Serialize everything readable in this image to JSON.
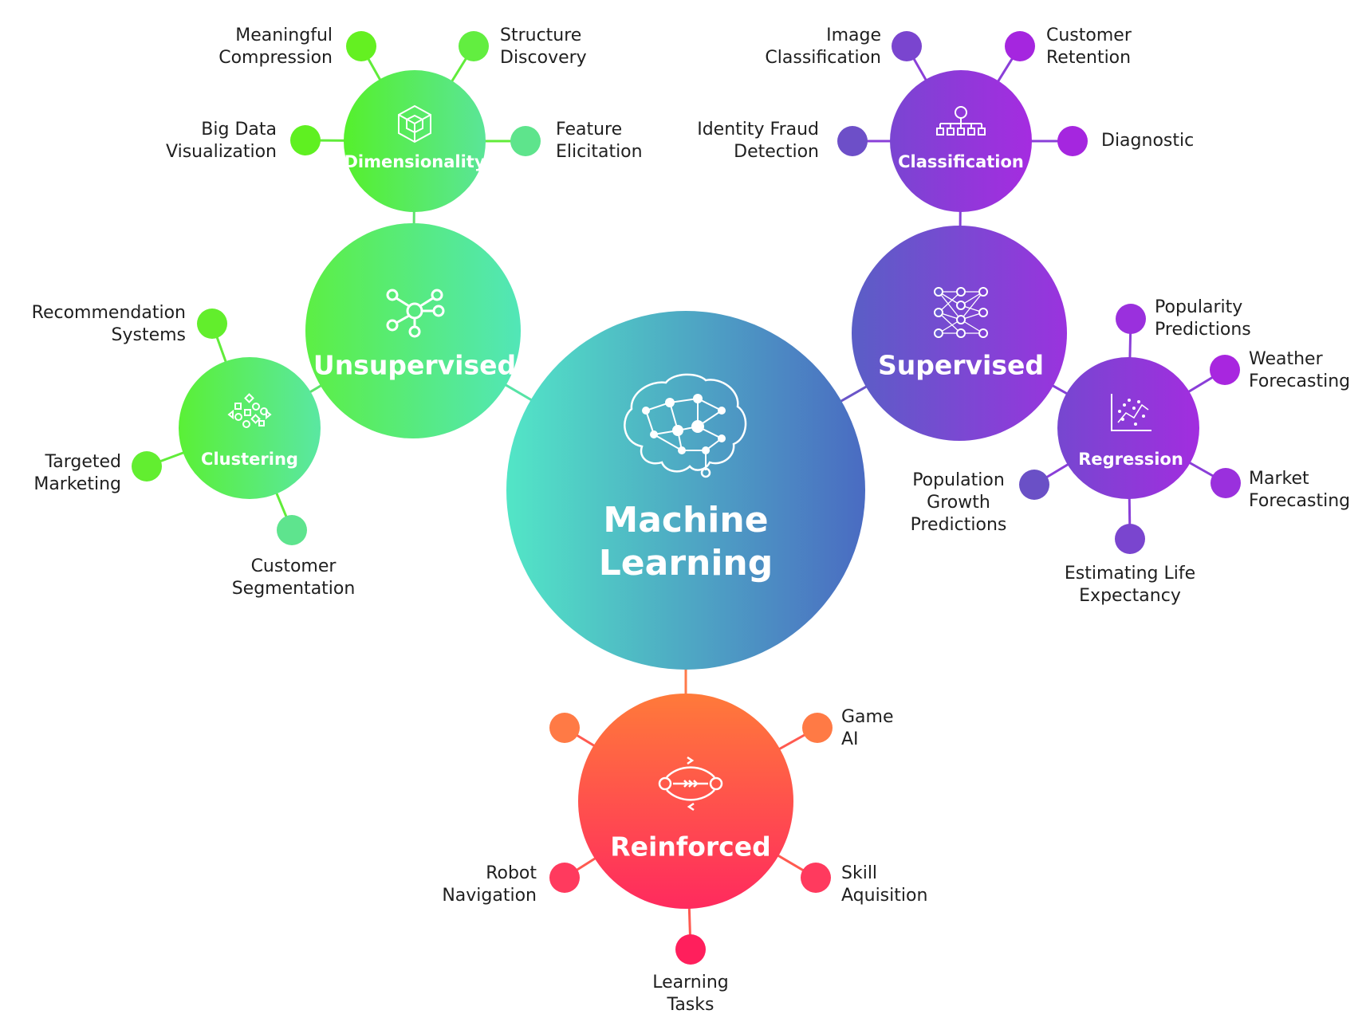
{
  "colors": {
    "green_start": "#4ef03b",
    "green_end": "#52e3b6",
    "purple_start": "#6a4fc6",
    "purple_end": "#a52ce0",
    "teal": "#4fe3c8",
    "blue": "#4a6fc4",
    "orange": "#ff7a3d",
    "red": "#ff1f5c",
    "text": "#1f1f1f"
  },
  "center": {
    "label_line1": "Machine",
    "label_line2": "Learning",
    "icon": "brain-network-icon"
  },
  "unsupervised": {
    "label": "Unsupervised",
    "icon": "molecule-network-icon",
    "dimensionality": {
      "label": "Dimensionality",
      "icon": "cube-icon",
      "leaves": {
        "meaningful_compression": [
          "Meaningful",
          "Compression"
        ],
        "structure_discovery": [
          "Structure",
          "Discovery"
        ],
        "big_data_visualization": [
          "Big Data",
          "Visualization"
        ],
        "feature_elicitation": [
          "Feature",
          "Elicitation"
        ]
      }
    },
    "clustering": {
      "label": "Clustering",
      "icon": "clusters-icon",
      "leaves": {
        "recommendation_systems": [
          "Recommendation",
          "Systems"
        ],
        "targeted_marketing": [
          "Targeted",
          "Marketing"
        ],
        "customer_segmentation": [
          "Customer",
          "Segmentation"
        ]
      }
    }
  },
  "supervised": {
    "label": "Supervised",
    "icon": "neural-network-icon",
    "classification": {
      "label": "Classification",
      "icon": "hierarchy-icon",
      "leaves": {
        "image_classification": [
          "Image",
          "Classification"
        ],
        "customer_retention": [
          "Customer",
          "Retention"
        ],
        "identity_fraud_detection": [
          "Identity Fraud",
          "Detection"
        ],
        "diagnostic": [
          "Diagnostic"
        ]
      }
    },
    "regression": {
      "label": "Regression",
      "icon": "scatter-plot-icon",
      "leaves": {
        "popularity_predictions": [
          "Popularity",
          "Predictions"
        ],
        "weather_forecasting": [
          "Weather",
          "Forecasting"
        ],
        "market_forecasting": [
          "Market",
          "Forecasting"
        ],
        "population_growth_predictions": [
          "Population",
          "Growth",
          "Predictions"
        ],
        "estimating_life_expectancy": [
          "Estimating Life",
          "Expectancy"
        ]
      }
    }
  },
  "reinforced": {
    "label": "Reinforced",
    "icon": "feedback-loop-icon",
    "leaves": {
      "game_ai": [
        "Game",
        "AI"
      ],
      "robot_navigation": [
        "Robot",
        "Navigation"
      ],
      "skill_acquisition": [
        "Skill",
        "Aquisition"
      ],
      "learning_tasks": [
        "Learning",
        "Tasks"
      ]
    }
  }
}
